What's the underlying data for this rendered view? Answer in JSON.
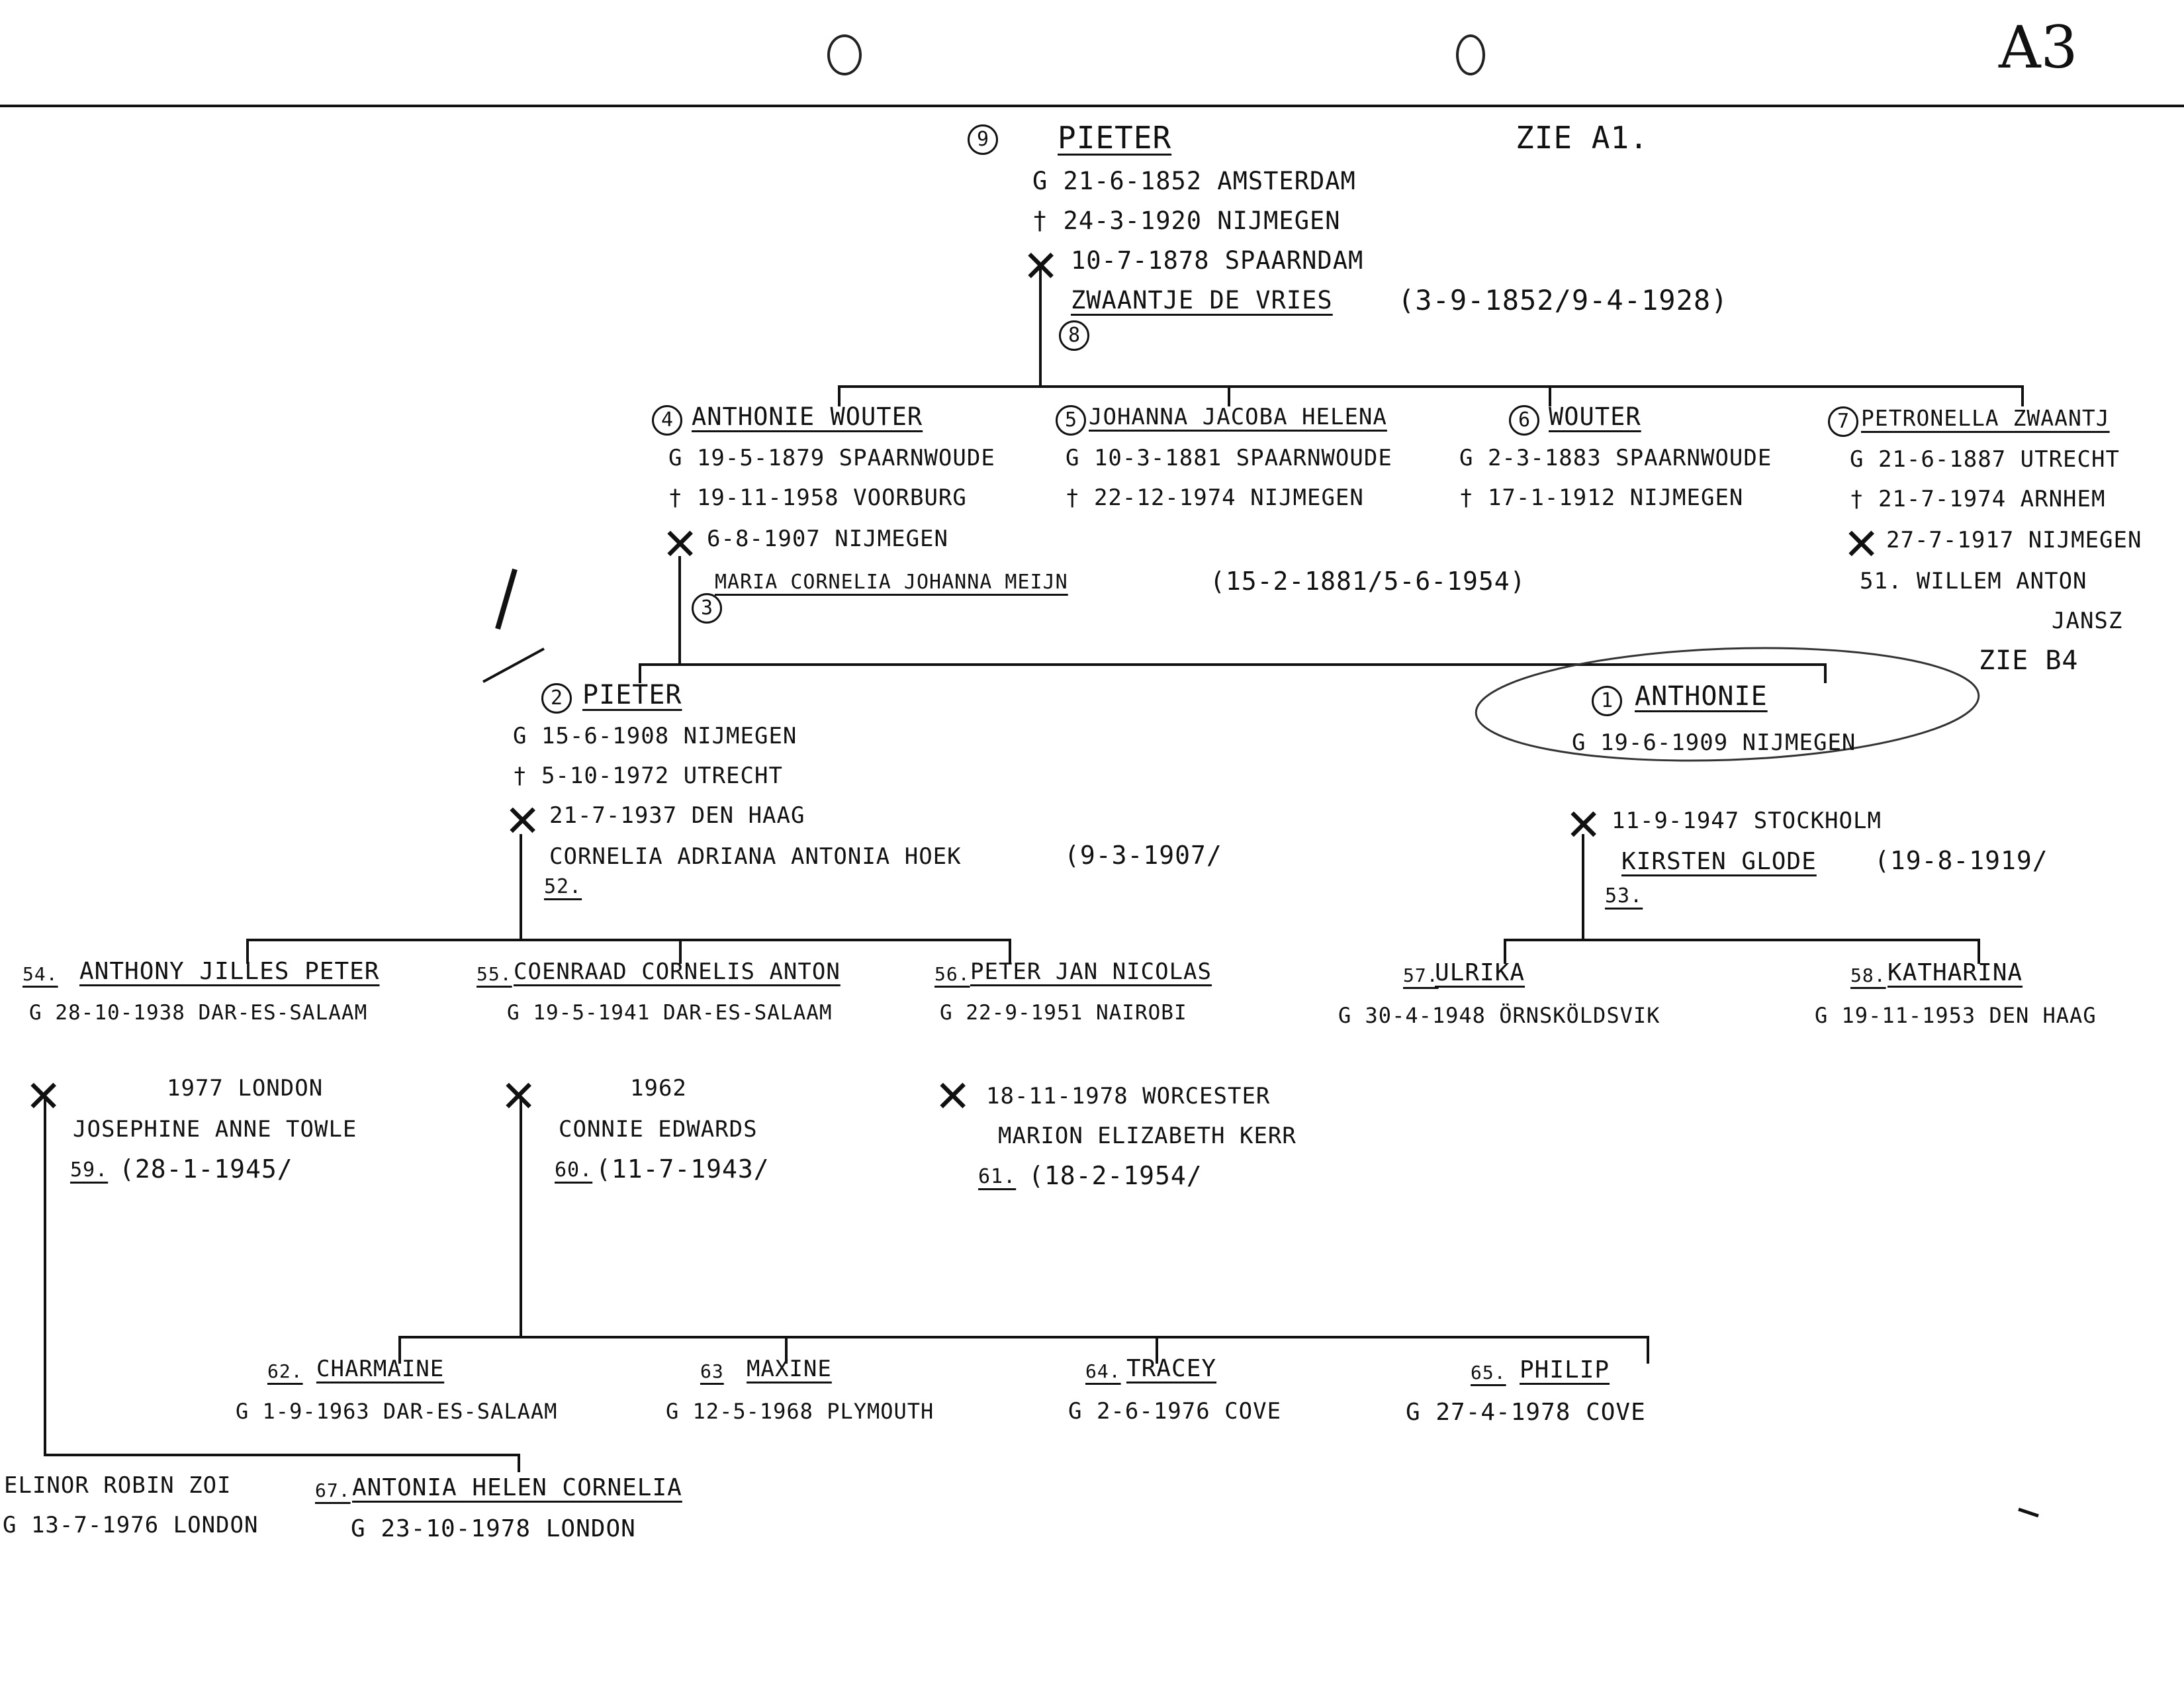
{
  "page_code": "A3",
  "root": {
    "number": "9",
    "name": "PIETER",
    "see": "ZIE A1.",
    "born": "G 21-6-1852 AMSTERDAM",
    "died": "† 24-3-1920 NIJMEGEN",
    "married": "10-7-1878 SPAARNDAM",
    "spouse": "ZWAANTJE DE VRIES",
    "spouse_dates": "(3-9-1852/9-4-1928)",
    "spouse_number": "8"
  },
  "gen2": [
    {
      "number": "4",
      "name": "ANTHONIE WOUTER",
      "born": "G 19-5-1879 SPAARNWOUDE",
      "died": "† 19-11-1958 VOORBURG",
      "married": "6-8-1907 NIJMEGEN",
      "spouse": "MARIA CORNELIA JOHANNA MEIJN",
      "spouse_dates": "(15-2-1881/5-6-1954)",
      "spouse_number": "3"
    },
    {
      "number": "5",
      "name": "JOHANNA JACOBA HELENA",
      "born": "G 10-3-1881 SPAARNWOUDE",
      "died": "† 22-12-1974 NIJMEGEN"
    },
    {
      "number": "6",
      "name": "WOUTER",
      "born": "G 2-3-1883 SPAARNWOUDE",
      "died": "† 17-1-1912 NIJMEGEN"
    },
    {
      "number": "7",
      "name": "PETRONELLA ZWAANTJ",
      "born": "G 21-6-1887 UTRECHT",
      "died": "† 21-7-1974 ARNHEM",
      "married": "27-7-1917 NIJMEGEN",
      "spouse": "51. WILLEM ANTON",
      "spouse_2": "JANSZ",
      "see": "ZIE B4"
    }
  ],
  "gen3": [
    {
      "number": "2",
      "name": "PIETER",
      "born": "G 15-6-1908 NIJMEGEN",
      "died": "† 5-10-1972 UTRECHT",
      "married": "21-7-1937 DEN HAAG",
      "spouse": "CORNELIA ADRIANA ANTONIA HOEK",
      "spouse_dates": "(9-3-1907/",
      "spouse_number": "52."
    },
    {
      "number": "1",
      "name": "ANTHONIE",
      "born": "G 19-6-1909 NIJMEGEN",
      "married": "11-9-1947 STOCKHOLM",
      "spouse": "KIRSTEN GLODE",
      "spouse_dates": "(19-8-1919/",
      "spouse_number": "53."
    }
  ],
  "gen4": [
    {
      "number": "54.",
      "name": "ANTHONY JILLES PETER",
      "born": "G 28-10-1938 DAR-ES-SALAAM",
      "married": "1977 LONDON",
      "spouse": "JOSEPHINE ANNE TOWLE",
      "spouse_number": "59.",
      "spouse_dates": "(28-1-1945/"
    },
    {
      "number": "55.",
      "name": "COENRAAD CORNELIS ANTON",
      "born": "G 19-5-1941 DAR-ES-SALAAM",
      "married": "1962",
      "spouse": "CONNIE EDWARDS",
      "spouse_number": "60.",
      "spouse_dates": "(11-7-1943/"
    },
    {
      "number": "56.",
      "name": "PETER JAN NICOLAS",
      "born": "G 22-9-1951 NAIROBI",
      "married": "18-11-1978 WORCESTER",
      "spouse": "MARION ELIZABETH KERR",
      "spouse_number": "61.",
      "spouse_dates": "(18-2-1954/"
    },
    {
      "number": "57.",
      "name": "ULRIKA",
      "born": "G 30-4-1948 ÖRNSKÖLDSVIK"
    },
    {
      "number": "58.",
      "name": "KATHARINA",
      "born": "G 19-11-1953 DEN HAAG"
    }
  ],
  "gen5_coenraad": [
    {
      "number": "62.",
      "name": "CHARMAINE",
      "born": "G 1-9-1963 DAR-ES-SALAAM"
    },
    {
      "number": "63",
      "name": "MAXINE",
      "born": "G 12-5-1968 PLYMOUTH"
    },
    {
      "number": "64.",
      "name": "TRACEY",
      "born": "G 2-6-1976 COVE"
    },
    {
      "number": "65.",
      "name": "PHILIP",
      "born": "G 27-4-1978 COVE"
    }
  ],
  "gen5_anthony": [
    {
      "name": "ELINOR ROBIN ZOI",
      "born": "G 13-7-1976 LONDON"
    },
    {
      "number": "67.",
      "name": "ANTONIA HELEN CORNELIA",
      "born": "G 23-10-1978 LONDON"
    }
  ]
}
